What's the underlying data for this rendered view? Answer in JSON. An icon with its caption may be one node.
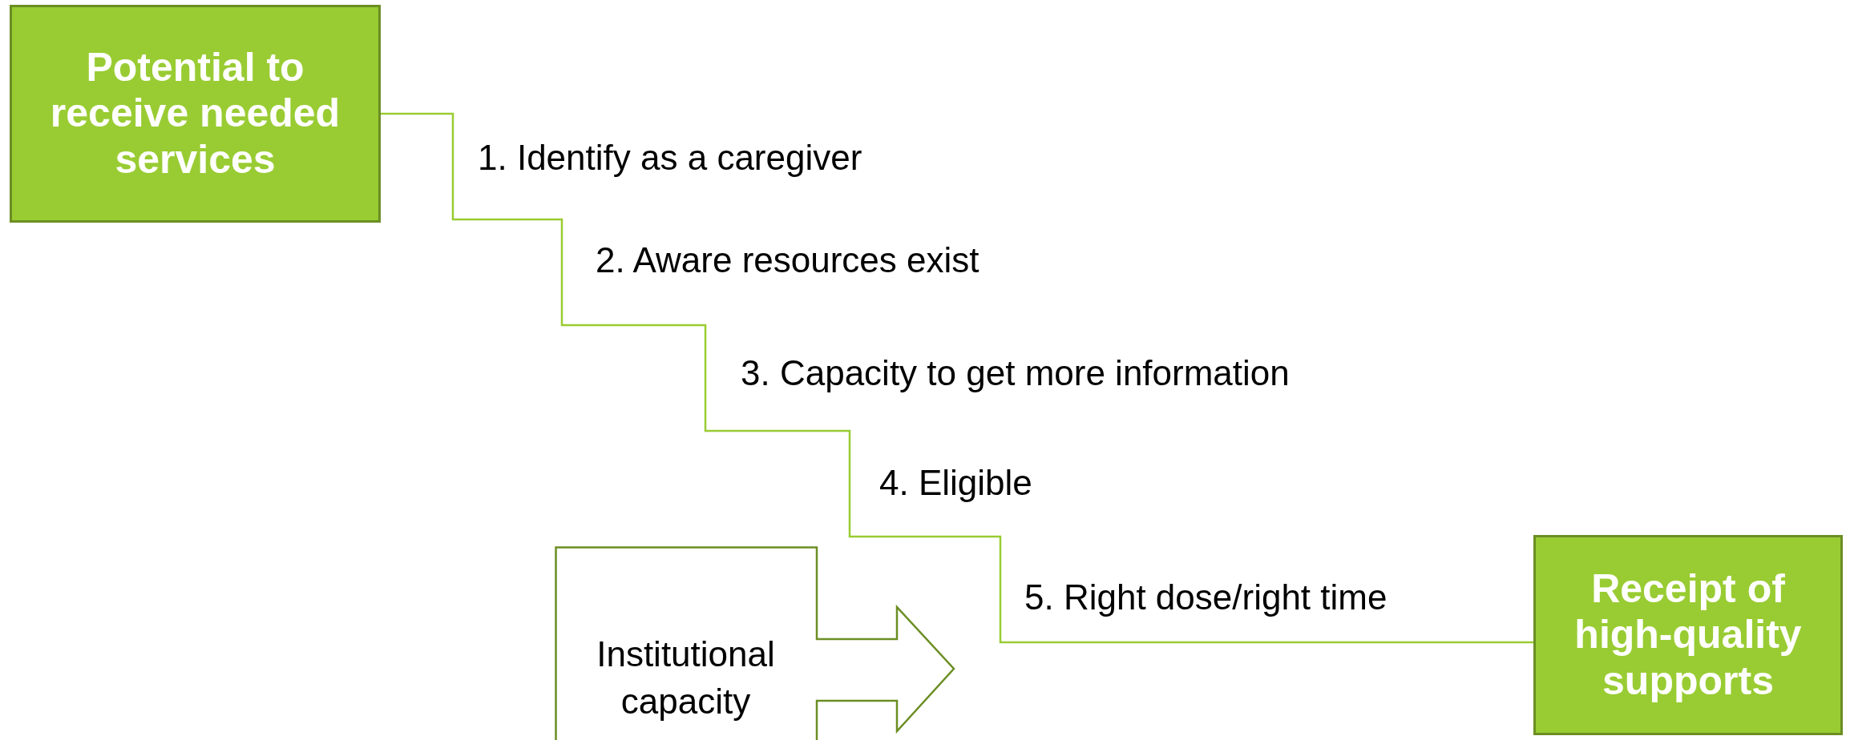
{
  "diagram": {
    "nodes": [
      {
        "text": [
          "Potential to receive needed services"
        ]
      },
      {
        "text": [
          "Receipt of high-quality supports"
        ]
      },
      {
        "text": [
          "Institutional capacity"
        ]
      }
    ],
    "edges": [
      {
        "from": 0,
        "to": 1,
        "arrow": "none"
      }
    ],
    "labels": [
      "1. Identify as a caregiver",
      "2. Aware resources exist",
      "3. Capacity to get more information",
      "4. Eligible",
      "5. Right dose/right time"
    ]
  }
}
